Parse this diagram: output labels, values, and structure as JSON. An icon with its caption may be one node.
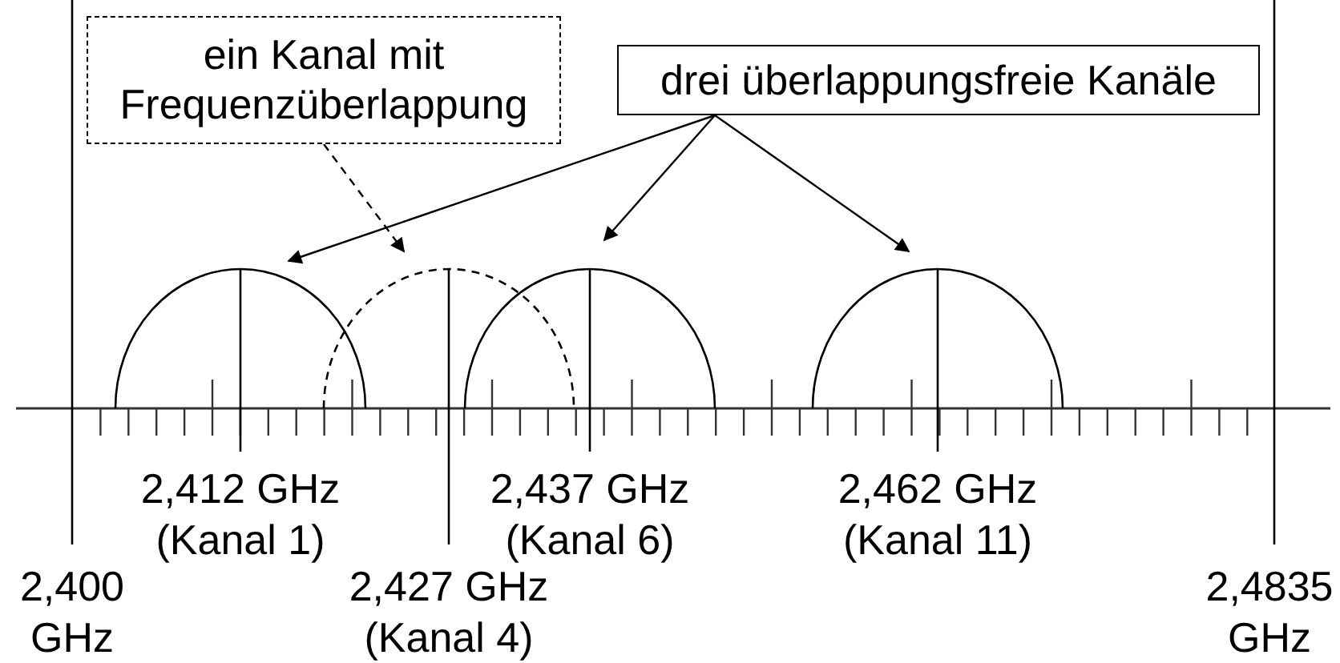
{
  "diagram": {
    "nodes": [
      {
        "text": [
          "ein Kanal mit Frequenzüberlappung"
        ]
      },
      {
        "text": [
          "drei überlappungsfreie Kanäle"
        ]
      },
      {
        "text": [],
        "shape": "arc",
        "beside": [
          "2,412 GHz (Kanal 1)"
        ]
      },
      {
        "text": [],
        "shape": "arc",
        "beside": [
          "2,427 GHz (Kanal 4)"
        ]
      },
      {
        "text": [],
        "shape": "arc",
        "beside": [
          "2,437 GHz (Kanal 6)"
        ]
      },
      {
        "text": [],
        "shape": "arc",
        "beside": [
          "2,462 GHz (Kanal 11)"
        ]
      }
    ],
    "edges": [
      {
        "from": 0,
        "to": 3,
        "arrow": "to",
        "style": "dashed"
      },
      {
        "from": 1,
        "to": 2,
        "arrow": "to"
      },
      {
        "from": 1,
        "to": 4,
        "arrow": "to"
      },
      {
        "from": 1,
        "to": 5,
        "arrow": "to"
      }
    ],
    "labels": [
      "2,400 GHz",
      "2,4835 GHz"
    ]
  }
}
